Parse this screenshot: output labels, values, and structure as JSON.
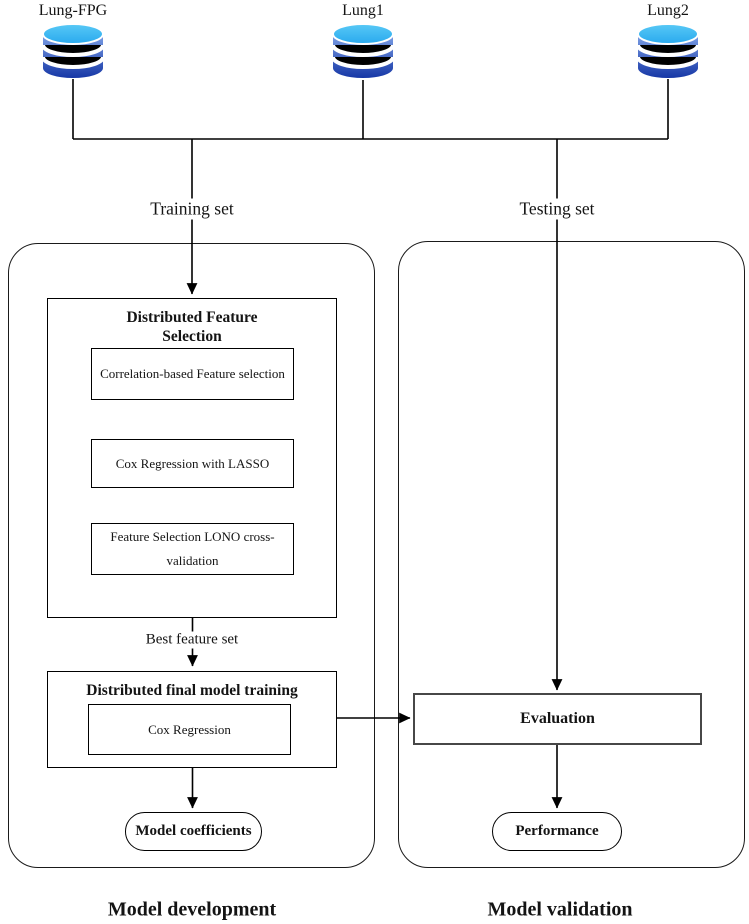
{
  "figure": {
    "databases": [
      {
        "label": "Lung-FPG"
      },
      {
        "label": "Lung1"
      },
      {
        "label": "Lung2"
      }
    ],
    "training_label": "Training set",
    "testing_label": "Testing set",
    "development": {
      "caption": "Model development",
      "feature_selection_title": "Distributed Feature Selection",
      "step_correlation": "Correlation-based Feature selection",
      "step_lasso": "Cox Regression with LASSO",
      "step_lono": "Feature Selection LONO cross-validation",
      "best_feature_label": "Best feature set",
      "final_training_title": "Distributed final model training",
      "final_training_step": "Cox Regression",
      "output_label": "Model coefficients"
    },
    "validation": {
      "caption": "Model validation",
      "evaluation_label": "Evaluation",
      "output_label": "Performance"
    },
    "colors": {
      "line": "#000000",
      "db_top_light": "#58c9f6",
      "db_top_dark": "#29a9ee",
      "db_body_light": "#7da0e6",
      "db_body_dark": "#1637a6"
    }
  }
}
